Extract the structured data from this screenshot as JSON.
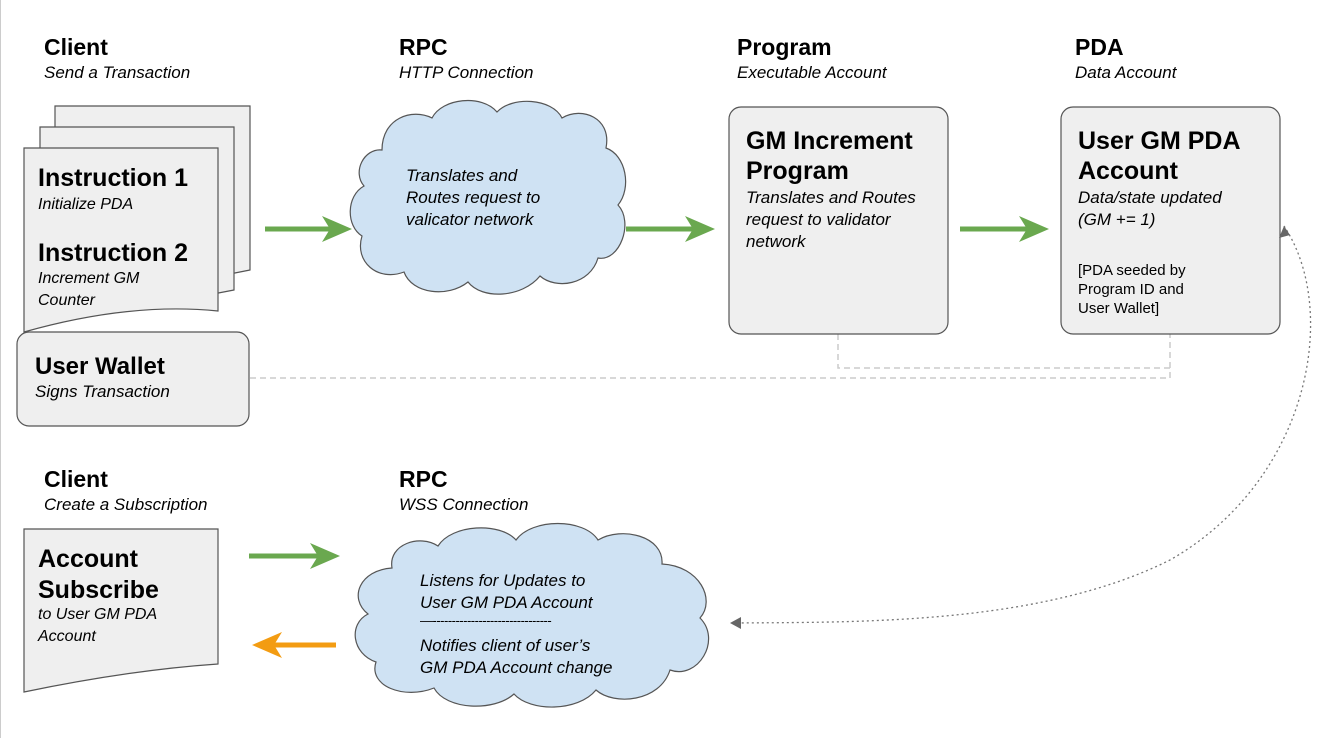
{
  "top": {
    "client": {
      "title": "Client",
      "subtitle": "Send a Transaction"
    },
    "rpc": {
      "title": "RPC",
      "subtitle": "HTTP Connection"
    },
    "program": {
      "title": "Program",
      "subtitle": "Executable Account"
    },
    "pda": {
      "title": "PDA",
      "subtitle": "Data Account"
    },
    "instruction1": {
      "title": "Instruction 1",
      "text": "Initialize PDA"
    },
    "instruction2": {
      "title": "Instruction 2",
      "text_lines": [
        "Increment GM",
        "Counter"
      ]
    },
    "wallet": {
      "title": "User Wallet",
      "text": "Signs Transaction"
    },
    "rpc_cloud": {
      "lines": [
        "Translates and",
        "Routes request to",
        "valicator network"
      ]
    },
    "program_box": {
      "title_lines": [
        "GM Increment",
        "Program"
      ],
      "lines": [
        "Translates and Routes",
        "request to validator",
        "network"
      ]
    },
    "pda_box": {
      "title_lines": [
        "User GM PDA",
        "Account"
      ],
      "lines": [
        "Data/state updated",
        "(GM += 1)"
      ],
      "note_lines": [
        "[PDA seeded by",
        "Program ID and",
        "User Wallet]"
      ]
    }
  },
  "bottom": {
    "client": {
      "title": "Client",
      "subtitle": "Create a Subscription"
    },
    "rpc": {
      "title": "RPC",
      "subtitle": "WSS Connection"
    },
    "subscribe": {
      "title_lines": [
        "Account",
        "Subscribe"
      ],
      "lines": [
        "to User GM PDA",
        "Account"
      ]
    },
    "wss_cloud": {
      "lines": [
        "Listens for Updates to",
        "User GM PDA Account"
      ],
      "divider": "—-------------------------------",
      "lines2": [
        "Notifies client of user’s",
        "GM PDA Account change"
      ]
    }
  },
  "colors": {
    "arrow_green": "#6aa84f",
    "arrow_orange": "#f39c12",
    "box_fill": "#efefef",
    "cloud_fill": "#cfe2f3"
  }
}
